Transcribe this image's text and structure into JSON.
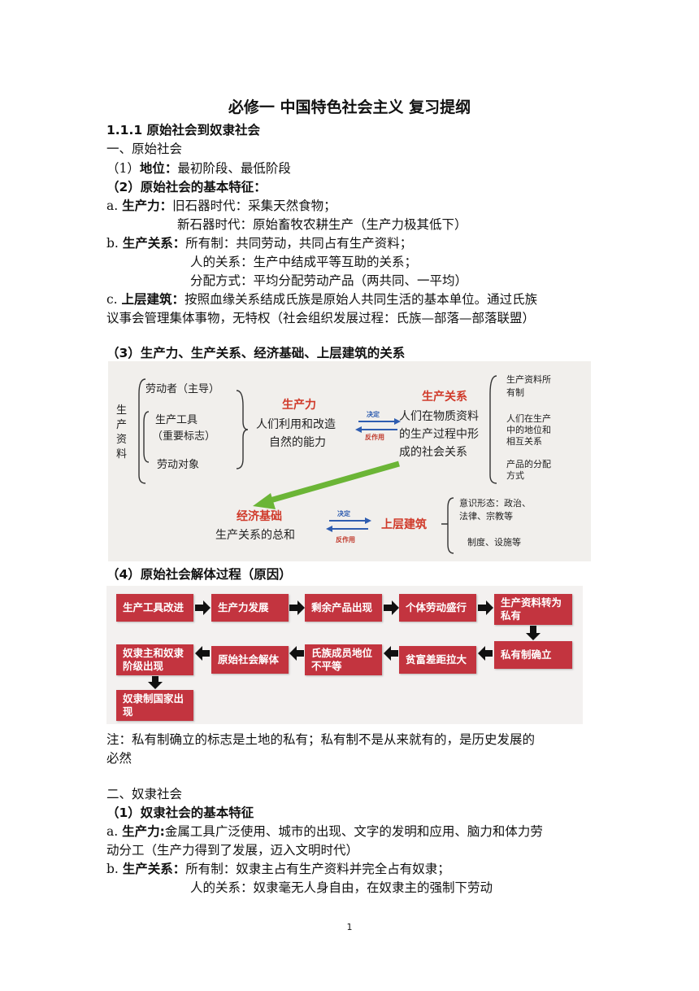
{
  "title": "必修一  中国特色社会主义  复习提纲",
  "section_111": "1.1.1 原始社会到奴隶社会",
  "part1": {
    "heading": "一、原始社会",
    "p1_prefix": "（1）",
    "p1_label": "地位：",
    "p1_text": "最初阶段、最低阶段",
    "p2": "（2）原始社会的基本特征：",
    "a_prefix": "a. ",
    "a_label": "生产力：",
    "a_text1": "旧石器时代：采集天然食物；",
    "a_text2": "新石器时代：原始畜牧农耕生产（生产力极其低下）",
    "b_prefix": "b. ",
    "b_label": "生产关系：",
    "b_text1": "所有制：共同劳动，共同占有生产资料；",
    "b_text2": "人的关系：生产中结成平等互助的关系；",
    "b_text3": "分配方式：平均分配劳动产品（两共同、一平均）",
    "c_prefix": "c. ",
    "c_label": "上层建筑：",
    "c_text1": "按照血缘关系结成氏族是原始人共同生活的基本单位。通过氏族",
    "c_text2": "议事会管理集体事物，无特权（社会组织发展过程：氏族—部落—部落联盟）",
    "p3": "（3）生产力、生产关系、经济基础、上层建筑的关系",
    "p4": "（4）原始社会解体过程（原因）",
    "note1": "注：私有制确立的标志是土地的私有；私有制不是从来就有的，是历史发展的",
    "note2": "必然"
  },
  "diagram1": {
    "means_of_production": "生产资料",
    "laborer": "劳动者（主导）",
    "tool1": "生产工具",
    "tool2": "（重要标志）",
    "labor_object": "劳动对象",
    "productive_forces": "生产力",
    "pf_def1": "人们利用和改造",
    "pf_def2": "自然的能力",
    "decides": "决定",
    "reacts": "反作用",
    "relations": "生产关系",
    "rel_def1": "人们在物质资料",
    "rel_def2": "的生产过程中形",
    "rel_def3": "成的社会关系",
    "r1a": "生产资料所",
    "r1b": "有制",
    "r2a": "人们在生产",
    "r2b": "中的地位和",
    "r2c": "相互关系",
    "r3a": "产品的分配",
    "r3b": "方式",
    "economic_base": "经济基础",
    "eb_def": "生产关系的总和",
    "superstructure": "上层建筑",
    "s1a": "意识形态：政治、",
    "s1b": "法律、宗教等",
    "s2": "制度、设施等"
  },
  "flow": {
    "row1": [
      "生产工具改进",
      "生产力发展",
      "剩余产品出现",
      "个体劳动盛行",
      "生产资料转为私有"
    ],
    "row2": [
      "奴隶主和奴隶阶级出现",
      "原始社会解体",
      "氏族成员地位不平等",
      "贫富差距拉大",
      "私有制确立"
    ],
    "row3": [
      "奴隶制国家出现"
    ],
    "box_color": "#c3343f"
  },
  "part2": {
    "heading": "二、奴隶社会",
    "p1": "（1）奴隶社会的基本特征",
    "a_prefix": "a. ",
    "a_label": "生产力:",
    "a_text1": "金属工具广泛使用、城市的出现、文字的发明和应用、脑力和体力劳",
    "a_text2": "动分工（生产力得到了发展，迈入文明时代）",
    "b_prefix": "b. ",
    "b_label": "生产关系：",
    "b_text1": "所有制：奴隶主占有生产资料并完全占有奴隶；",
    "b_text2": "人的关系：奴隶毫无人身自由，在奴隶主的强制下劳动"
  },
  "page_number": "1"
}
